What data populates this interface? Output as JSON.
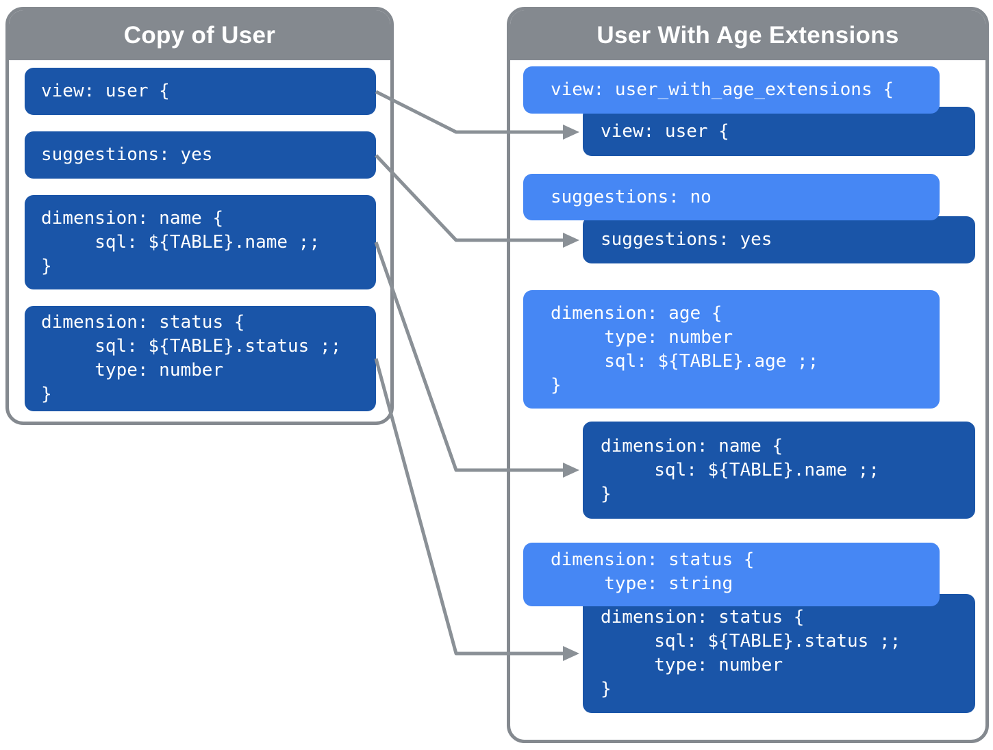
{
  "colors": {
    "panel_gray": "#84898F",
    "arrow_gray": "#8A9096",
    "base_box_blue": "#1A55A8",
    "extension_box_blue": "#4687F4",
    "text_white": "#FFFFFF",
    "panel_background": "#FFFFFF"
  },
  "left_panel": {
    "title": "Copy of User",
    "boxes": [
      {
        "name": "view-user",
        "lines": [
          "view: user {"
        ]
      },
      {
        "name": "suggestions-yes",
        "lines": [
          "suggestions: yes"
        ]
      },
      {
        "name": "dimension-name",
        "lines": [
          "dimension: name {",
          "     sql: ${TABLE}.name ;;",
          "}"
        ]
      },
      {
        "name": "dimension-status",
        "lines": [
          "dimension: status {",
          "     sql: ${TABLE}.status ;;",
          "     type: number",
          "}"
        ]
      }
    ]
  },
  "right_panel": {
    "title": "User With Age Extensions",
    "boxes": [
      {
        "name": "view-extension",
        "style": "extension",
        "lines": [
          "view: user_with_age_extensions {"
        ]
      },
      {
        "name": "view-user-inherited",
        "style": "base",
        "lines": [
          "view: user {"
        ]
      },
      {
        "name": "suggestions-no",
        "style": "extension",
        "lines": [
          "suggestions: no"
        ]
      },
      {
        "name": "suggestions-yes-inherited",
        "style": "base",
        "lines": [
          "suggestions: yes"
        ]
      },
      {
        "name": "dimension-age",
        "style": "extension",
        "lines": [
          "dimension: age {",
          "     type: number",
          "     sql: ${TABLE}.age ;;",
          "}"
        ]
      },
      {
        "name": "dimension-name-inherited",
        "style": "base",
        "lines": [
          "dimension: name {",
          "     sql: ${TABLE}.name ;;",
          "}"
        ]
      },
      {
        "name": "dimension-status-override",
        "style": "extension",
        "lines": [
          "dimension: status {",
          "     type: string"
        ]
      },
      {
        "name": "dimension-status-inherited",
        "style": "base",
        "lines": [
          "dimension: status {",
          "     sql: ${TABLE}.status ;;",
          "     type: number",
          "}"
        ]
      }
    ]
  }
}
